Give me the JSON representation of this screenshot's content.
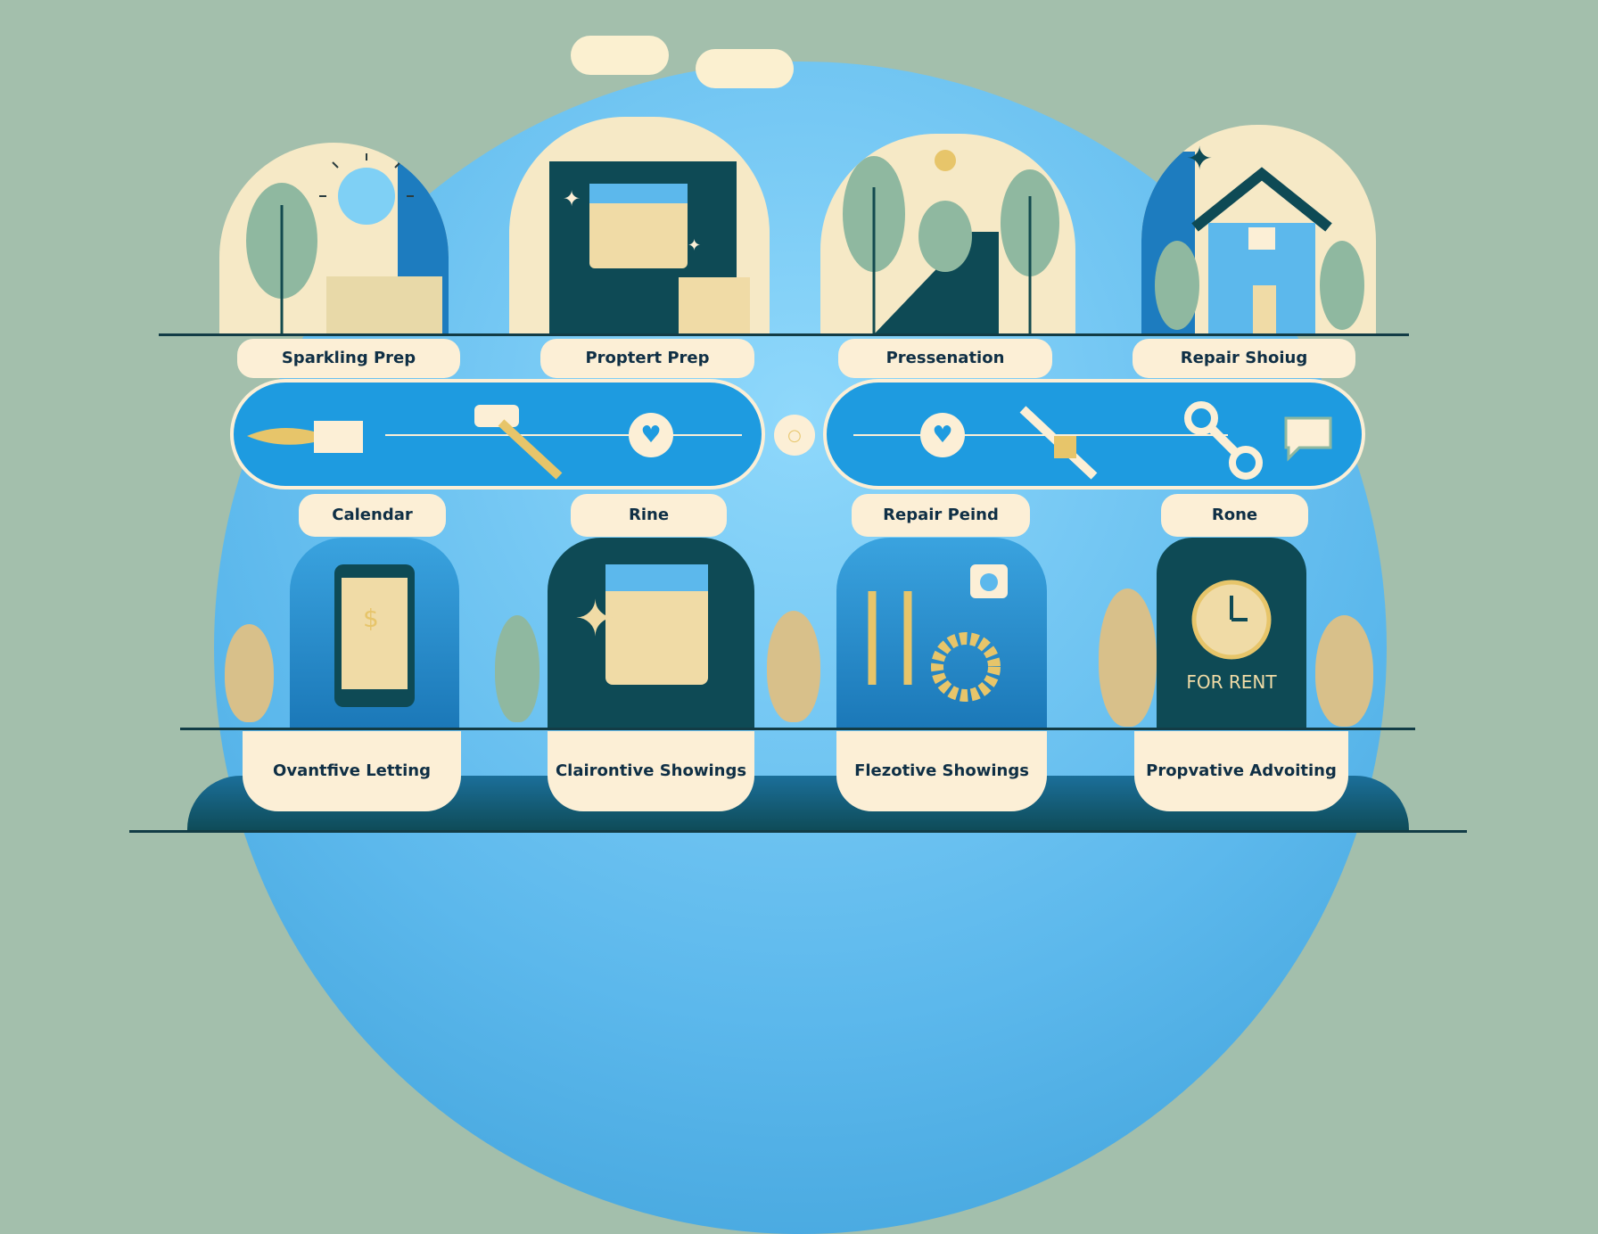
{
  "top_labels": [
    "Sparkling Prep",
    "Proptert Prep",
    "Pressenation",
    "Repair Shoiug"
  ],
  "middle_labels": [
    "Calendar",
    "Rine",
    "Repair Peind",
    "Rone"
  ],
  "bottom_labels": [
    "Ovantfive Letting",
    "Clairontive Showings",
    "Flezotive Showings",
    "Propvative Advoiting"
  ],
  "sign_text": "FOR RENT",
  "colors": {
    "background": "#a3bfac",
    "blue": "#1e9be0",
    "cream": "#fcefd6",
    "dark": "#0e4a55"
  }
}
